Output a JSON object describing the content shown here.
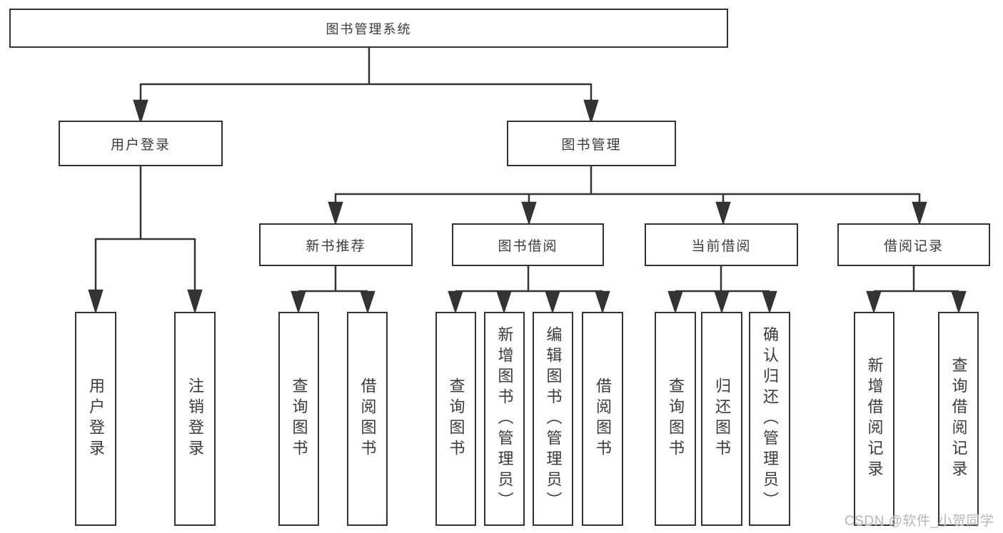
{
  "diagram_type": "hierarchy-tree",
  "root": {
    "label": "图书管理系统"
  },
  "branches": [
    {
      "label": "用户登录",
      "children": [
        {
          "label": "用户登录"
        },
        {
          "label": "注销登录"
        }
      ]
    },
    {
      "label": "图书管理",
      "children": [
        {
          "label": "新书推荐",
          "children": [
            {
              "label": "查询图书"
            },
            {
              "label": "借阅图书"
            }
          ]
        },
        {
          "label": "图书借阅",
          "children": [
            {
              "label": "查询图书"
            },
            {
              "label": "新增图书（管理员）"
            },
            {
              "label": "编辑图书（管理员）"
            },
            {
              "label": "借阅图书"
            }
          ]
        },
        {
          "label": "当前借阅",
          "children": [
            {
              "label": "查询图书"
            },
            {
              "label": "归还图书"
            },
            {
              "label": "确认归还（管理员）"
            }
          ]
        },
        {
          "label": "借阅记录",
          "children": [
            {
              "label": "新增借阅记录"
            },
            {
              "label": "查询借阅记录"
            }
          ]
        }
      ]
    }
  ],
  "watermark": "CSDN @软件_小贺同学",
  "colors": {
    "line": "#333333",
    "text": "#3a3a3a",
    "watermark": "#b6b6b6",
    "background": "#ffffff"
  }
}
